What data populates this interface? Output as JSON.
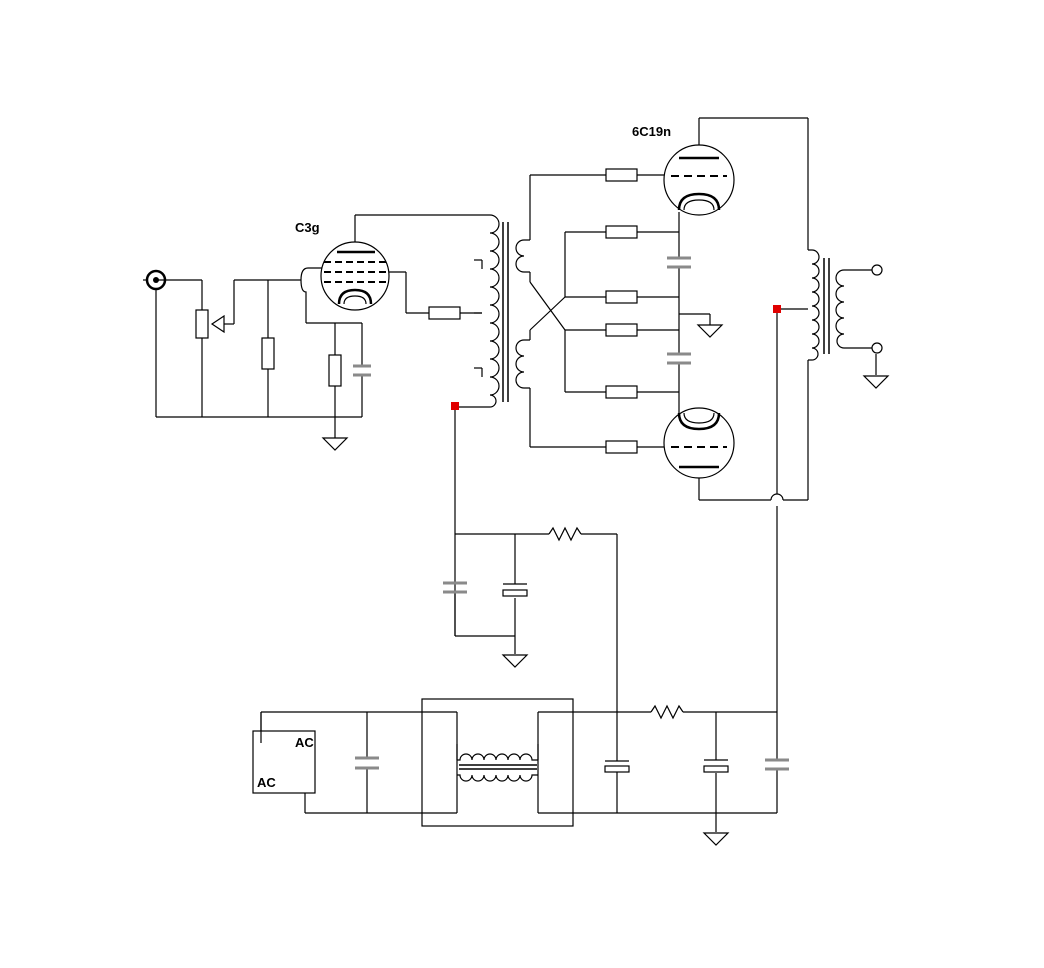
{
  "labels": {
    "driver_tube": "C3g",
    "output_tubes": "6C19n",
    "ac_top": "AC",
    "ac_bottom": "AC"
  },
  "colors": {
    "wire": "#000000",
    "capacitor": "#8a8a8a",
    "node_marker": "#e00000"
  }
}
